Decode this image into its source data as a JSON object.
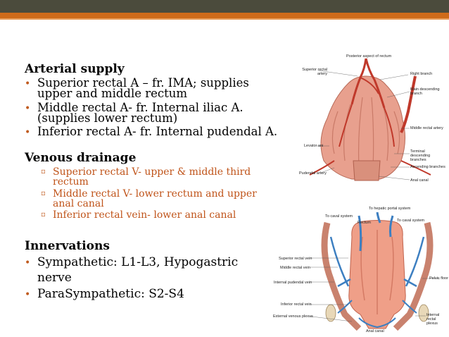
{
  "arterial": {
    "heading": "Arterial supply",
    "items": [
      {
        "line1": "Superior rectal A – fr. IMA; supplies",
        "line2": "upper and middle rectum"
      },
      {
        "line1": "Middle rectal A- fr. Internal iliac A.",
        "line2": "(supplies lower rectum)"
      },
      {
        "line1": "Inferior rectal A- fr. Internal pudendal A.",
        "line2": ""
      }
    ]
  },
  "venous": {
    "heading": "Venous drainage",
    "items": [
      {
        "line1": "Superior rectal V- upper & middle third",
        "line2": "rectum"
      },
      {
        "line1": "Middle rectal V- lower rectum and upper",
        "line2": "anal canal"
      },
      {
        "line1": "Inferior rectal vein- lower anal canal",
        "line2": ""
      }
    ]
  },
  "innervation": {
    "heading": "Innervations",
    "items": [
      {
        "line1": "Sympathetic: L1-L3, Hypogastric",
        "line2": "nerve"
      },
      {
        "line1": "ParaSympathetic: S2-S4",
        "line2": ""
      }
    ]
  },
  "fig1": {
    "title": "Posterior aspect of rectum",
    "labels": [
      "Superior rectal artery",
      "Right branch",
      "Main descending branch",
      "Middle rectal artery",
      "Levator ani",
      "Terminal descending branches",
      "Ascending branches",
      "Pudendal artery",
      "Anal canal"
    ]
  },
  "fig2": {
    "labels": [
      "To hepatic portal system",
      "To caval system",
      "Rectum",
      "To caval system",
      "Superior rectal vein",
      "Middle rectal vein",
      "Internal pudendal vein",
      "Pelvic floor",
      "Inferior rectal vein",
      "External venous plexus",
      "Internal rectal plexus",
      "Anal canal"
    ]
  },
  "colors": {
    "accent": "#cf6b1a",
    "dark_bar": "#4b4b3c",
    "sub_bullet_text": "#c0541a"
  }
}
